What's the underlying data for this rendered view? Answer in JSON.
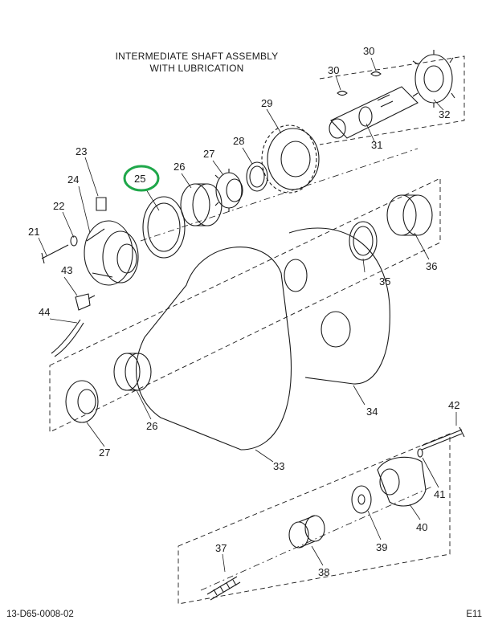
{
  "title_lines": [
    "INTERMEDIATE SHAFT ASSEMBLY",
    "WITH LUBRICATION"
  ],
  "highlight_color": "#1fa74a",
  "highlighted_part": "25",
  "callouts": {
    "c21": "21",
    "c22": "22",
    "c23": "23",
    "c24": "24",
    "c25": "25",
    "c26a": "26",
    "c26b": "26",
    "c27a": "27",
    "c27b": "27",
    "c28": "28",
    "c29": "29",
    "c30a": "30",
    "c30b": "30",
    "c31": "31",
    "c32": "32",
    "c33": "33",
    "c34": "34",
    "c35": "35",
    "c36": "36",
    "c37": "37",
    "c38": "38",
    "c39": "39",
    "c40": "40",
    "c41": "41",
    "c42": "42",
    "c43": "43",
    "c44": "44"
  },
  "footer": {
    "drawing_id": "13-D65-0008-02",
    "page_ref": "E11"
  }
}
